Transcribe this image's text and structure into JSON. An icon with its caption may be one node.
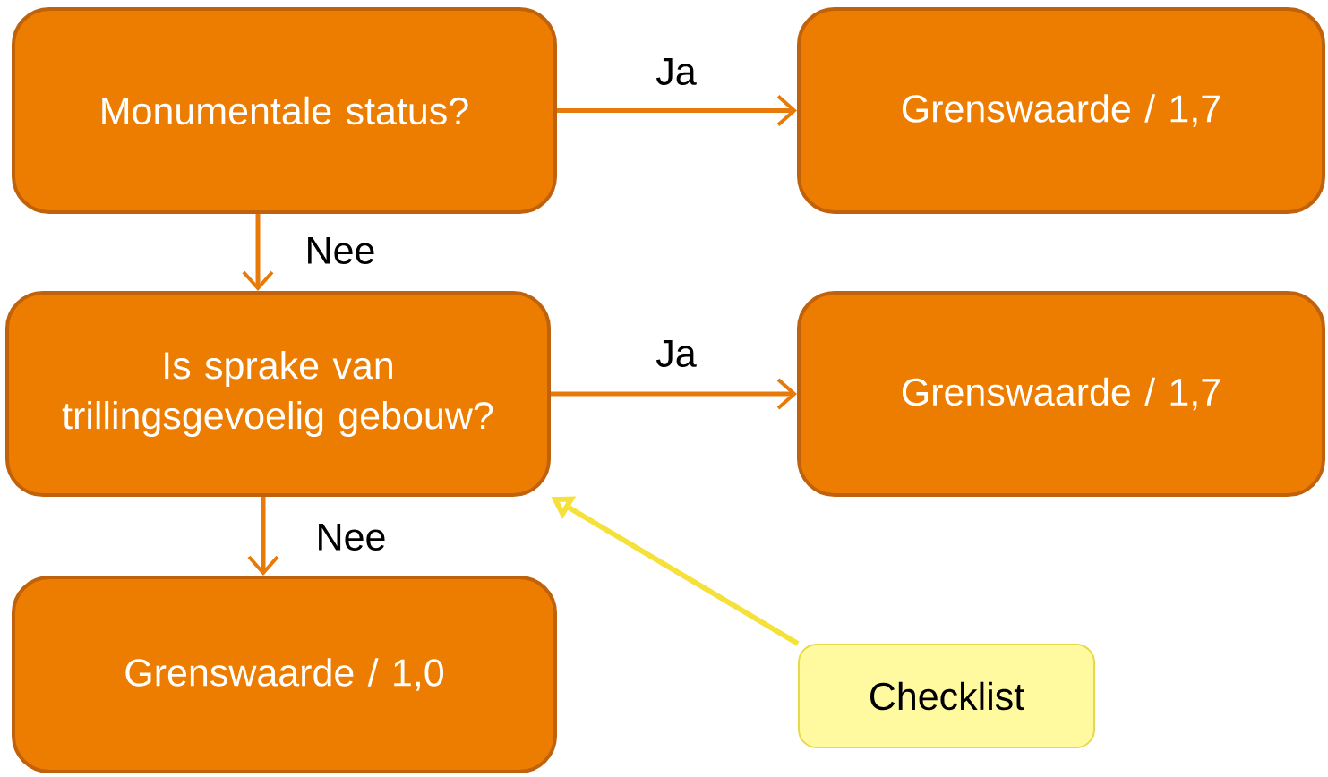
{
  "diagram": {
    "nodes": [
      {
        "text": [
          "Monumentale status?"
        ]
      },
      {
        "text": [
          "Grenswaarde / 1,7"
        ]
      },
      {
        "text": [
          "Is sprake van trillingsgevoelig gebouw?"
        ]
      },
      {
        "text": [
          "Grenswaarde / 1,7"
        ]
      },
      {
        "text": [
          "Grenswaarde / 1,0"
        ]
      },
      {
        "text": [
          "Checklist"
        ]
      }
    ],
    "edges": [
      {
        "from": 0,
        "to": 1,
        "arrow": "to",
        "label": "Ja"
      },
      {
        "from": 0,
        "to": 2,
        "arrow": "to",
        "label": "Nee"
      },
      {
        "from": 2,
        "to": 3,
        "arrow": "to",
        "label": "Ja"
      },
      {
        "from": 2,
        "to": 4,
        "arrow": "to",
        "label": "Nee"
      },
      {
        "from": 5,
        "to": 2,
        "arrow": "to",
        "color": "#f5e13a"
      }
    ]
  }
}
